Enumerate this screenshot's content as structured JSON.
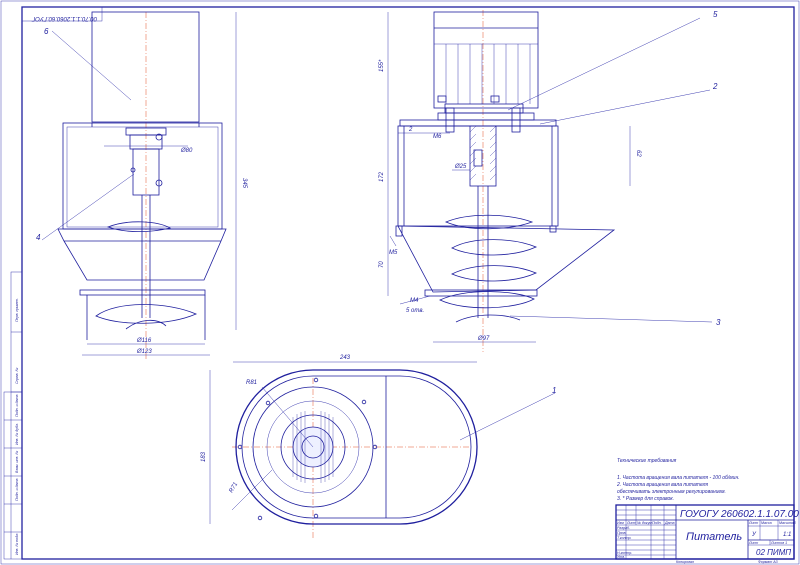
{
  "drawing": {
    "stamp_code_rotated": "00.70.1.1.2060.60.ГУОГ",
    "callouts": {
      "c6": "6",
      "c5": "5",
      "c2": "2",
      "c4": "4",
      "c3": "3",
      "c1": "1"
    },
    "dims_left": {
      "d_top_dia": "Ø80",
      "d_height": "345",
      "d_bot1": "Ø116",
      "d_bot2": "Ø123"
    },
    "dims_side": {
      "d_top_h": "155*",
      "d_m6": "M6",
      "d_2": "2",
      "d_mid_h": "172",
      "d_62": "62",
      "d_25": "Ø25",
      "d_m5": "M5",
      "d_70": "70",
      "d_m4": "M4",
      "d_holes": "5 отв.",
      "d_97": "Ø97"
    },
    "dims_plan": {
      "d_243": "243",
      "d_r81": "R81",
      "d_183": "183",
      "d_r71": "R71"
    },
    "tech_notes": {
      "heading": "Технические требования",
      "line1": "1. Частота вращения вала питателя - 100 об/мин.",
      "line2": "2. Частота вращения вала питателя",
      "line3": "обеспечивать электронным регулированием.",
      "line4": "3. * Размер для справок."
    }
  },
  "title_block": {
    "doc_code": "ГОУОГУ 260602.1.1.07.00",
    "title": "Питатель",
    "group": "02 ПИМП",
    "sheet_num": "1:1",
    "sheet_label": "Лист",
    "mass_label": "Масса",
    "scale_label": "Масштаб",
    "sheets_label": "Листов 1",
    "row_labels": [
      "Изм",
      "Лист",
      "№ докум.",
      "Подп.",
      "Дата"
    ],
    "role_labels": [
      "Разраб.",
      "Пров.",
      "Т.контр.",
      "Н.контр.",
      "Утв."
    ],
    "litera": "У",
    "copied": "Копировал",
    "format": "Формат А3"
  },
  "margin_strip": {
    "labels": [
      "Перв. примен.",
      "Справ. №",
      "Подп. и дата",
      "Инв. № дубл.",
      "Взам. инв. №",
      "Подп. и дата",
      "Инв. № подл."
    ]
  }
}
